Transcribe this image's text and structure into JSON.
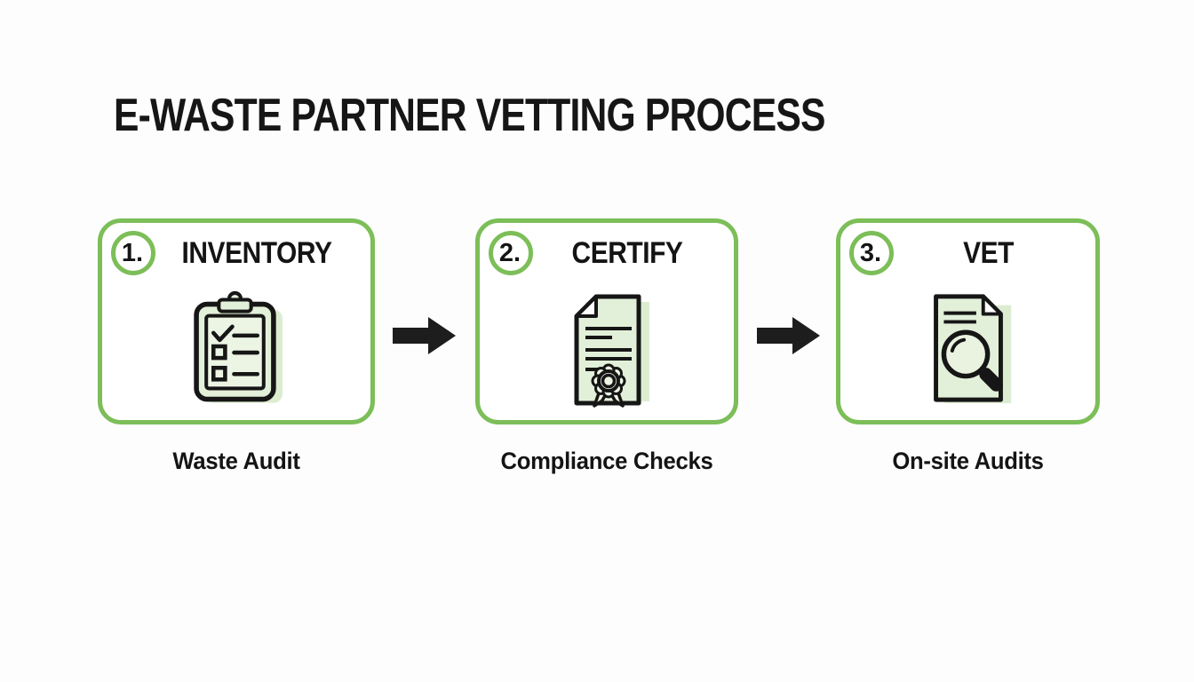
{
  "title": "E-WASTE PARTNER VETTING PROCESS",
  "steps": [
    {
      "number": "1.",
      "name": "INVENTORY",
      "caption": "Waste Audit",
      "icon": "clipboard-checklist-icon"
    },
    {
      "number": "2.",
      "name": "CERTIFY",
      "caption": "Compliance Checks",
      "icon": "certificate-award-icon"
    },
    {
      "number": "3.",
      "name": "VET",
      "caption": "On-site Audits",
      "icon": "document-magnifier-icon"
    }
  ],
  "connector_icon": "right-arrow-icon",
  "colors": {
    "accent_green": "#7cbe58",
    "icon_fill_green": "#e2f0d9",
    "icon_inner_green": "#ecf5e4",
    "icon_shadow_green": "#dcecd1",
    "text_black": "#161616",
    "arrow_black": "#1d1d1d",
    "background": "#fdfdfd"
  }
}
